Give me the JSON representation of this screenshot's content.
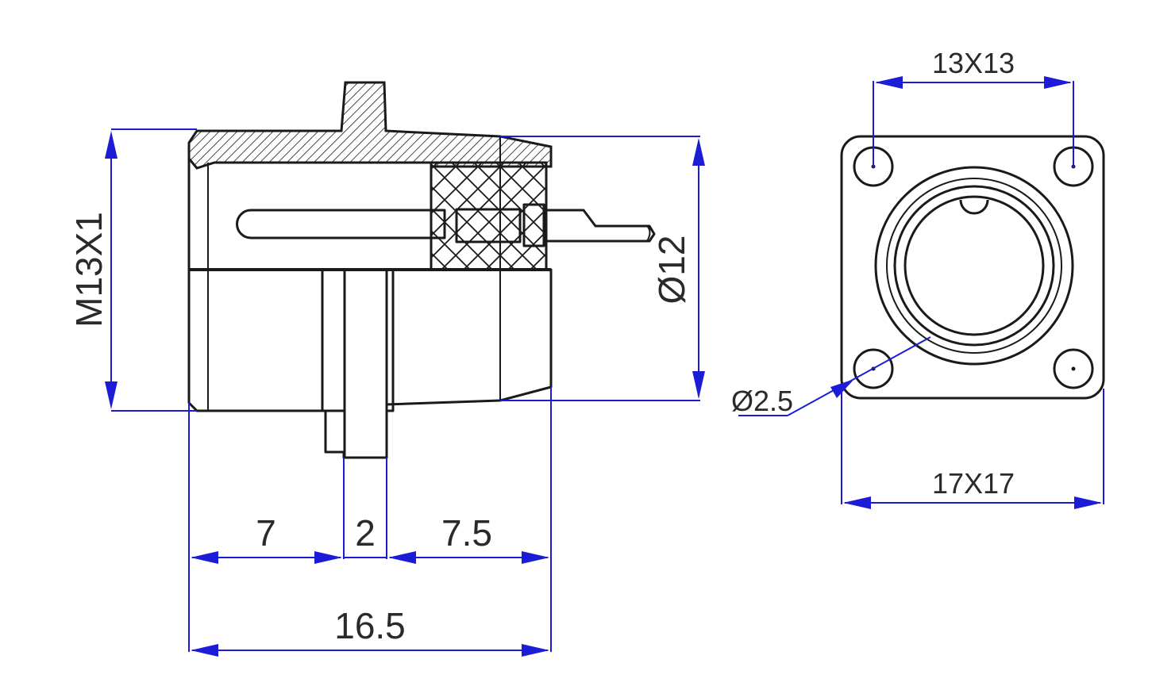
{
  "dimensions": {
    "thread": "M13X1",
    "diameter": "Ø12",
    "length_left": "7",
    "length_mid": "2",
    "length_right": "7.5",
    "length_total": "16.5",
    "hole_pitch": "13X13",
    "flange_size": "17X17",
    "hole_diameter": "Ø2.5"
  },
  "colors": {
    "outline": "#1a1a1a",
    "dimension": "#1c1cd6"
  }
}
